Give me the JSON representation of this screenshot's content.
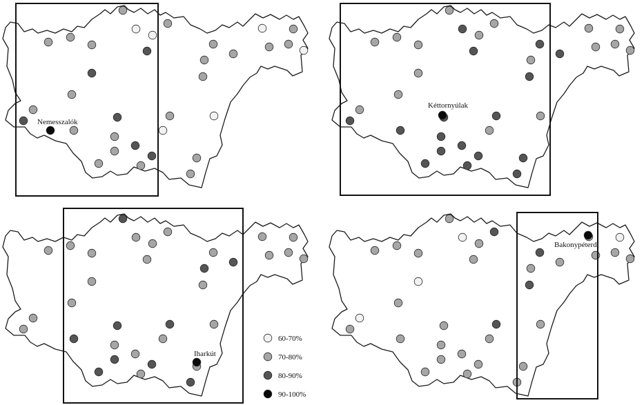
{
  "classes": [
    {
      "id": "c1",
      "label": "60-70%",
      "color": "#f2f2f2"
    },
    {
      "id": "c2",
      "label": "70-80%",
      "color": "#a6a6a6"
    },
    {
      "id": "c3",
      "label": "80-90%",
      "color": "#555555"
    },
    {
      "id": "c4",
      "label": "90-100%",
      "color": "#0a0a0a"
    }
  ],
  "panels": [
    {
      "id": "p1",
      "highlight_label": "Nemesszalók"
    },
    {
      "id": "p2",
      "highlight_label": "Kéttornyúlak"
    },
    {
      "id": "p3",
      "highlight_label": "Iharkút"
    },
    {
      "id": "p4",
      "highlight_label": "Bakonypéterd"
    }
  ],
  "stations": [
    [
      178,
      15,
      2,
      2,
      3,
      2
    ],
    [
      197,
      42,
      1,
      3,
      2,
      1
    ],
    [
      221,
      51,
      1,
      2,
      2,
      2
    ],
    [
      213,
      74,
      3,
      3,
      2,
      2
    ],
    [
      243,
      34,
      2,
      2,
      2,
      3
    ],
    [
      70,
      61,
      2,
      2,
      2,
      2
    ],
    [
      102,
      54,
      2,
      2,
      2,
      2
    ],
    [
      133,
      65,
      2,
      2,
      2,
      2
    ],
    [
      133,
      106,
      3,
      2,
      2,
      1
    ],
    [
      104,
      137,
      2,
      2,
      2,
      2
    ],
    [
      48,
      159,
      2,
      2,
      2,
      1
    ],
    [
      34,
      175,
      3,
      3,
      2,
      2
    ],
    [
      107,
      189,
      2,
      3,
      3,
      2
    ],
    [
      170,
      170,
      3,
      3,
      3,
      2
    ],
    [
      166,
      198,
      2,
      3,
      2,
      2
    ],
    [
      166,
      219,
      2,
      3,
      3,
      2
    ],
    [
      196,
      211,
      3,
      3,
      2,
      2
    ],
    [
      220,
      226,
      3,
      3,
      3,
      2
    ],
    [
      204,
      240,
      2,
      3,
      2,
      2
    ],
    [
      143,
      237,
      2,
      3,
      3,
      2
    ],
    [
      236,
      189,
      1,
      2,
      2,
      2
    ],
    [
      246,
      168,
      2,
      3,
      3,
      3
    ],
    [
      285,
      229,
      2,
      3,
      2,
      2
    ],
    [
      276,
      252,
      2,
      3,
      3,
      2
    ],
    [
      310,
      168,
      1,
      2,
      2,
      2
    ],
    [
      294,
      111,
      2,
      3,
      2,
      3
    ],
    [
      296,
      87,
      2,
      2,
      3,
      2
    ],
    [
      309,
      64,
      2,
      3,
      2,
      3
    ],
    [
      338,
      78,
      2,
      3,
      3,
      2
    ],
    [
      380,
      41,
      1,
      2,
      2,
      2
    ],
    [
      425,
      42,
      2,
      2,
      2,
      1
    ],
    [
      390,
      68,
      2,
      2,
      2,
      2
    ],
    [
      418,
      64,
      2,
      2,
      2,
      2
    ],
    [
      440,
      73,
      1,
      2,
      2,
      2
    ]
  ],
  "highlights": [
    [
      73,
      189,
      "p1"
    ],
    [
      641,
      167,
      "p2"
    ],
    [
      285,
      525,
      "p3"
    ],
    [
      852,
      341,
      "p4"
    ]
  ]
}
